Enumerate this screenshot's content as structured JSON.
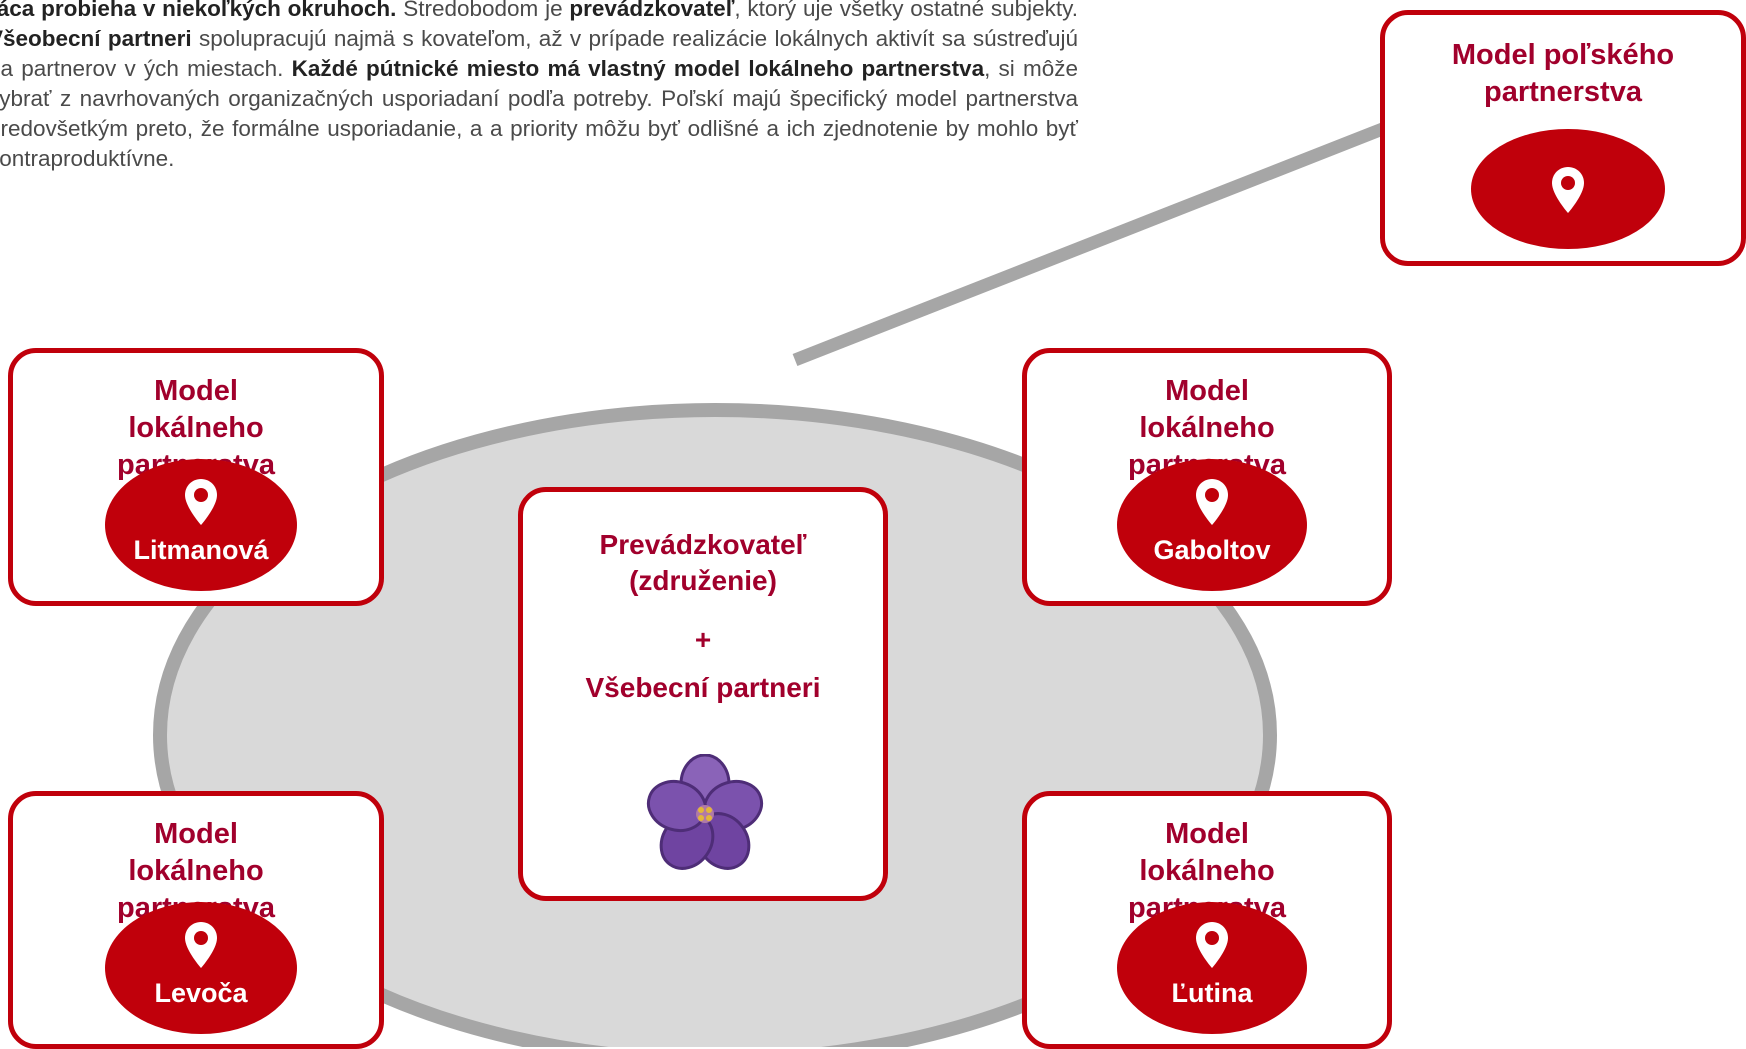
{
  "intro": {
    "segments": [
      {
        "text": "ráca probieha v niekoľkých okruhoch.",
        "bold": true
      },
      {
        "text": " Stredobodom je ",
        "bold": false
      },
      {
        "text": "prevádzkovateľ",
        "bold": true
      },
      {
        "text": ", ktorý uje všetky ostatné subjekty. ",
        "bold": false
      },
      {
        "text": "Všeobecní partneri",
        "bold": true
      },
      {
        "text": " spolupracujú najmä s kovateľom, až v prípade realizácie lokálnych aktivít sa sústreďujú na partnerov v ých miestach. ",
        "bold": false
      },
      {
        "text": "Každé pútnické miesto má vlastný model lokálneho partnerstva",
        "bold": true
      },
      {
        "text": ", si môže vybrať z navrhovaných organizačných usporiadaní podľa potreby. Poľskí majú špecifický model partnerstva predovšetkým preto, že formálne usporiadanie, a a priority môžu byť odlišné a ich zjednotenie by mohlo byť kontraproduktívne.",
        "bold": false
      }
    ]
  },
  "center": {
    "operator": "Prevádzkovateľ (združenie)",
    "plus": "+",
    "partners": "Všebecní partneri",
    "icon": "violet-flower-icon"
  },
  "polish_model": {
    "title": "Model poľského partnerstva",
    "icon": "location-pin-icon"
  },
  "local_models": [
    {
      "title": "Model lokálneho partnerstva",
      "place": "Litmanová",
      "icon": "location-pin-icon"
    },
    {
      "title": "Model lokálneho partnerstva",
      "place": "Gaboltov",
      "icon": "location-pin-icon"
    },
    {
      "title": "Model lokálneho partnerstva",
      "place": "Levoča",
      "icon": "location-pin-icon"
    },
    {
      "title": "Model lokálneho partnerstva",
      "place": "Ľutina",
      "icon": "location-pin-icon"
    }
  ],
  "colors": {
    "accent_red": "#c0000b",
    "title_crimson": "#a1002c",
    "ellipse_fill": "#d9d9d9",
    "ellipse_ring": "#a6a6a6",
    "flower_purple": "#7b4aa6"
  }
}
